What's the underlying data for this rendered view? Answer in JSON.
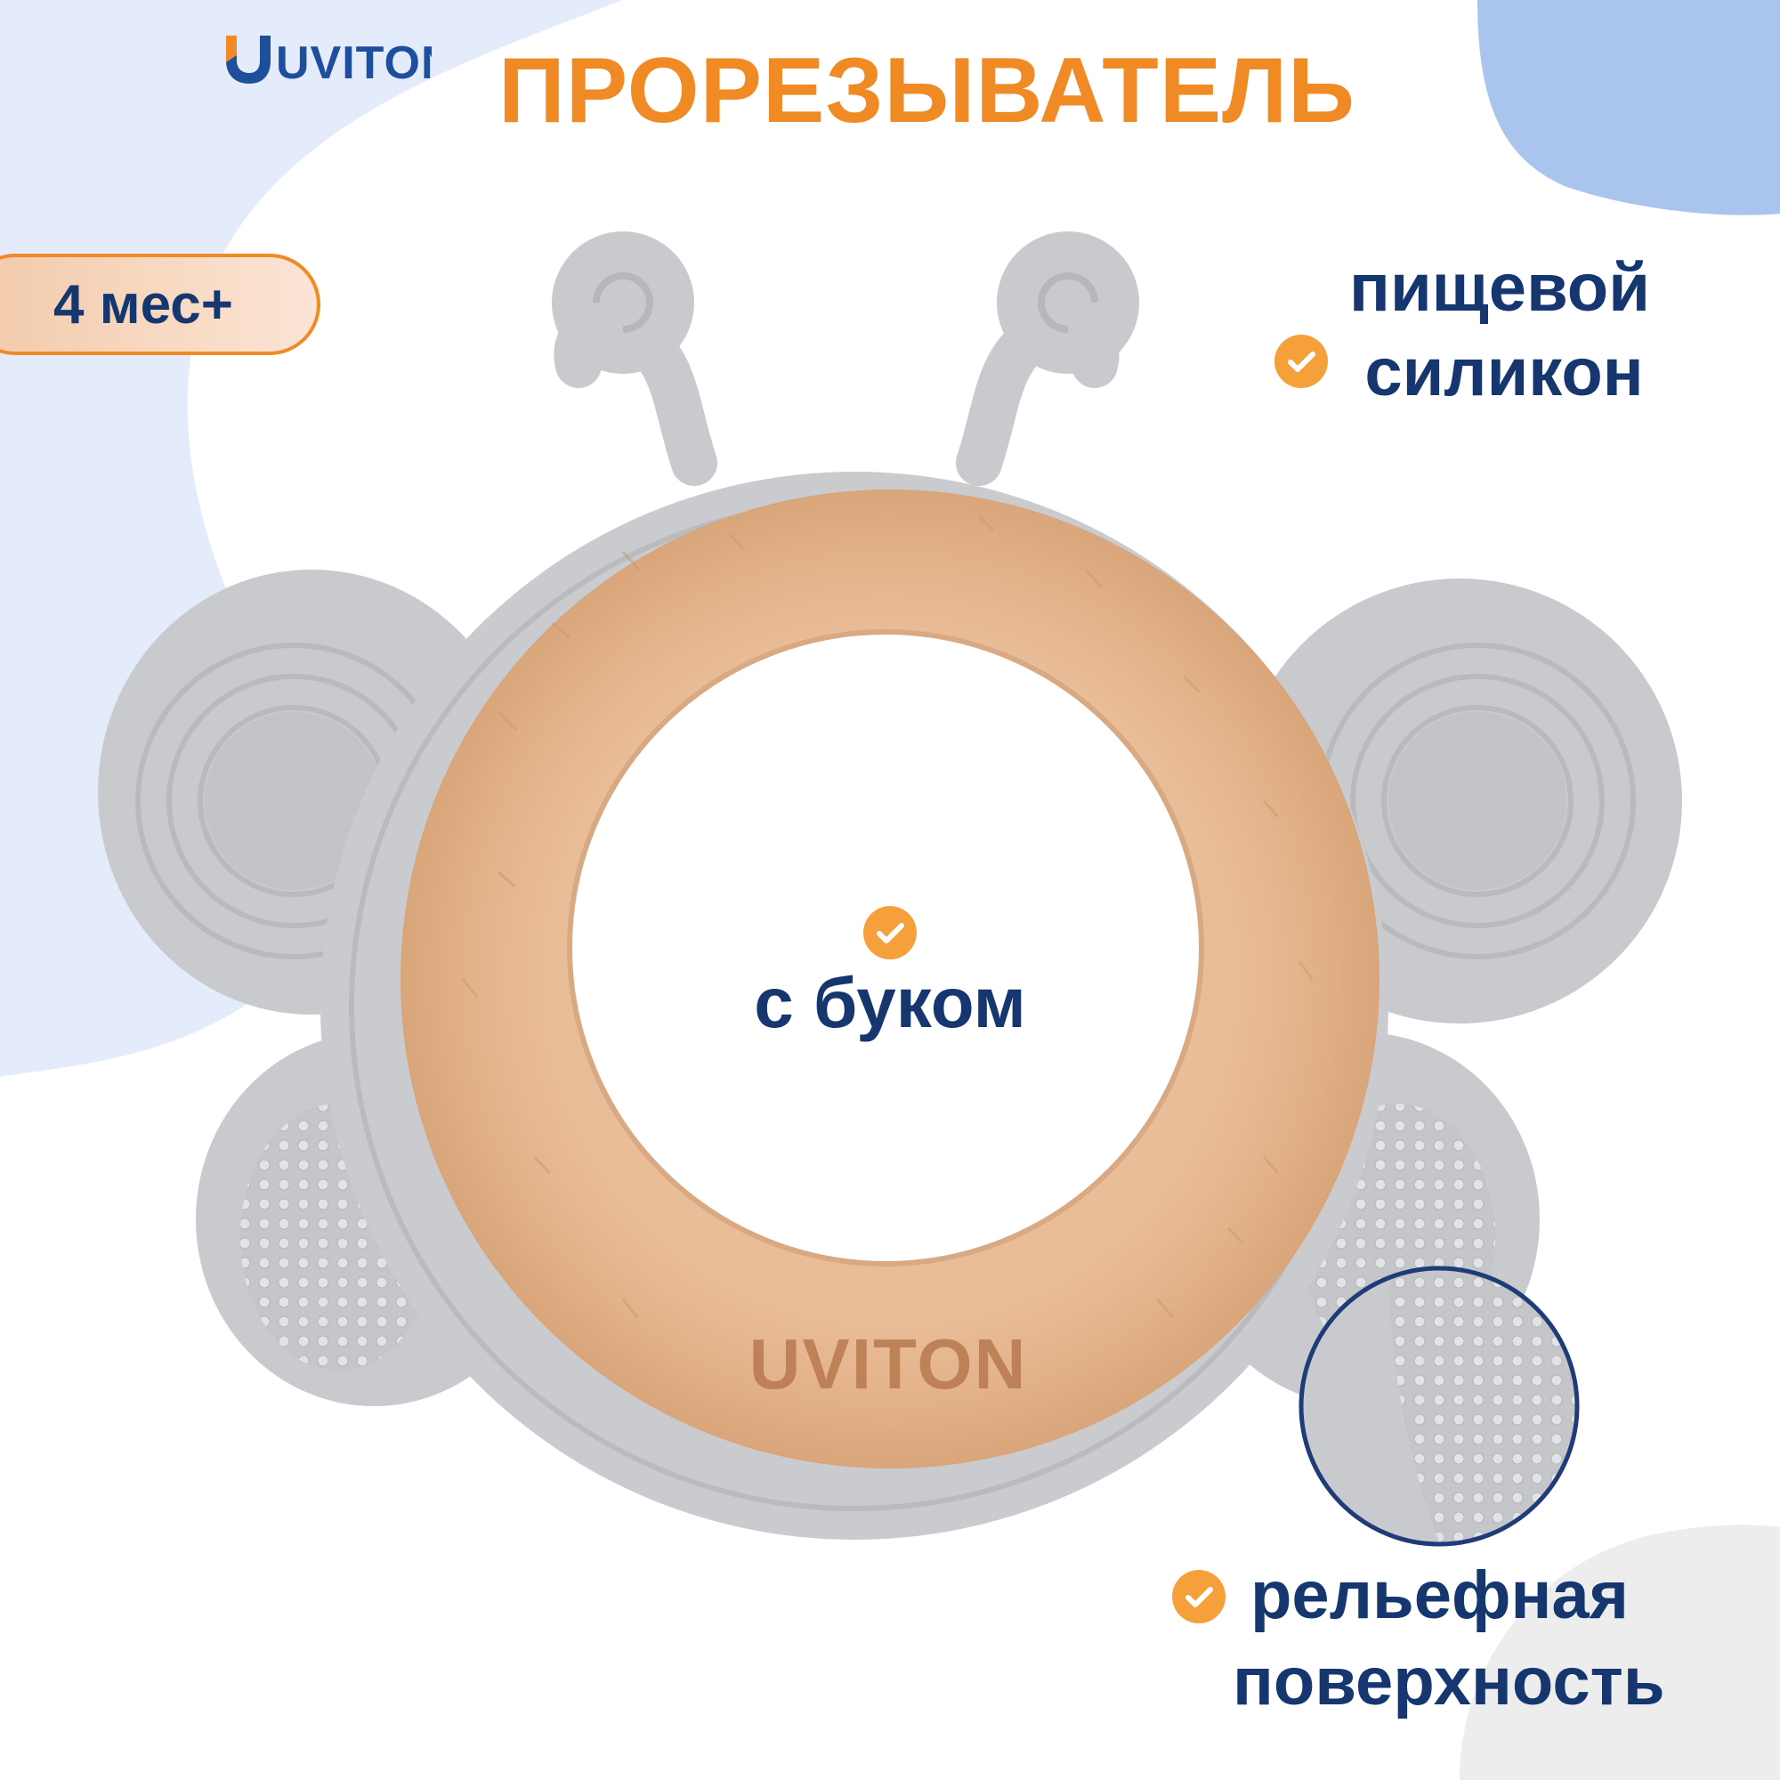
{
  "brand": {
    "logo_text": "UVITON",
    "engraving_text": "UVITON"
  },
  "header": {
    "title": "ПРОРЕЗЫВАТЕЛЬ"
  },
  "badge": {
    "age": "4 мес+"
  },
  "features": {
    "silicone_line1": "пищевой",
    "silicone_line2": "силикон",
    "beech": "с буком",
    "relief_line1": "рельефная",
    "relief_line2": "поверхность"
  },
  "colors": {
    "accent_orange": "#f08a25",
    "text_navy": "#16366f",
    "logo_blue": "#1e4f9c",
    "silicone_grey": "#c9cbcf",
    "wood": "#e6b48c"
  },
  "icons": [
    "check-icon",
    "check-icon",
    "check-icon"
  ]
}
